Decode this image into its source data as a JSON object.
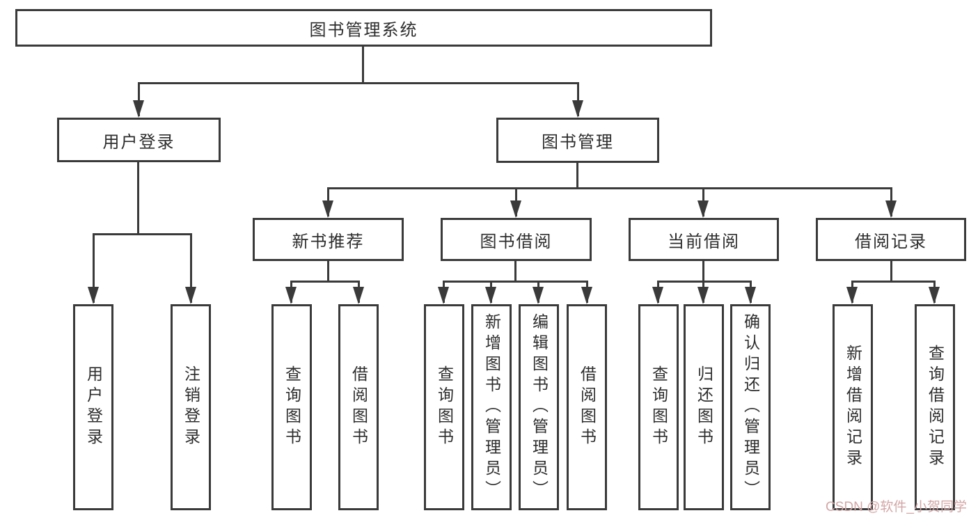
{
  "diagram_type": "hierarchy-chart",
  "colors": {
    "border": "#3a3a3a",
    "line": "#3a3a3a",
    "text": "#2d2d2d",
    "background": "#ffffff",
    "watermark": "#d4a6a6"
  },
  "tree": {
    "label": "图书管理系统",
    "children": [
      {
        "label": "用户登录",
        "children": [
          {
            "label": "用户登录"
          },
          {
            "label": "注销登录"
          }
        ]
      },
      {
        "label": "图书管理",
        "children": [
          {
            "label": "新书推荐",
            "children": [
              {
                "label": "查询图书"
              },
              {
                "label": "借阅图书"
              }
            ]
          },
          {
            "label": "图书借阅",
            "children": [
              {
                "label": "查询图书"
              },
              {
                "label": "新增图书（管理员）"
              },
              {
                "label": "编辑图书（管理员）"
              },
              {
                "label": "借阅图书"
              }
            ]
          },
          {
            "label": "当前借阅",
            "children": [
              {
                "label": "查询图书"
              },
              {
                "label": "归还图书"
              },
              {
                "label": "确认归还（管理员）"
              }
            ]
          },
          {
            "label": "借阅记录",
            "children": [
              {
                "label": "新增借阅记录"
              },
              {
                "label": "查询借阅记录"
              }
            ]
          }
        ]
      }
    ]
  },
  "watermark": {
    "text": "CSDN @软件_小贺同学"
  }
}
